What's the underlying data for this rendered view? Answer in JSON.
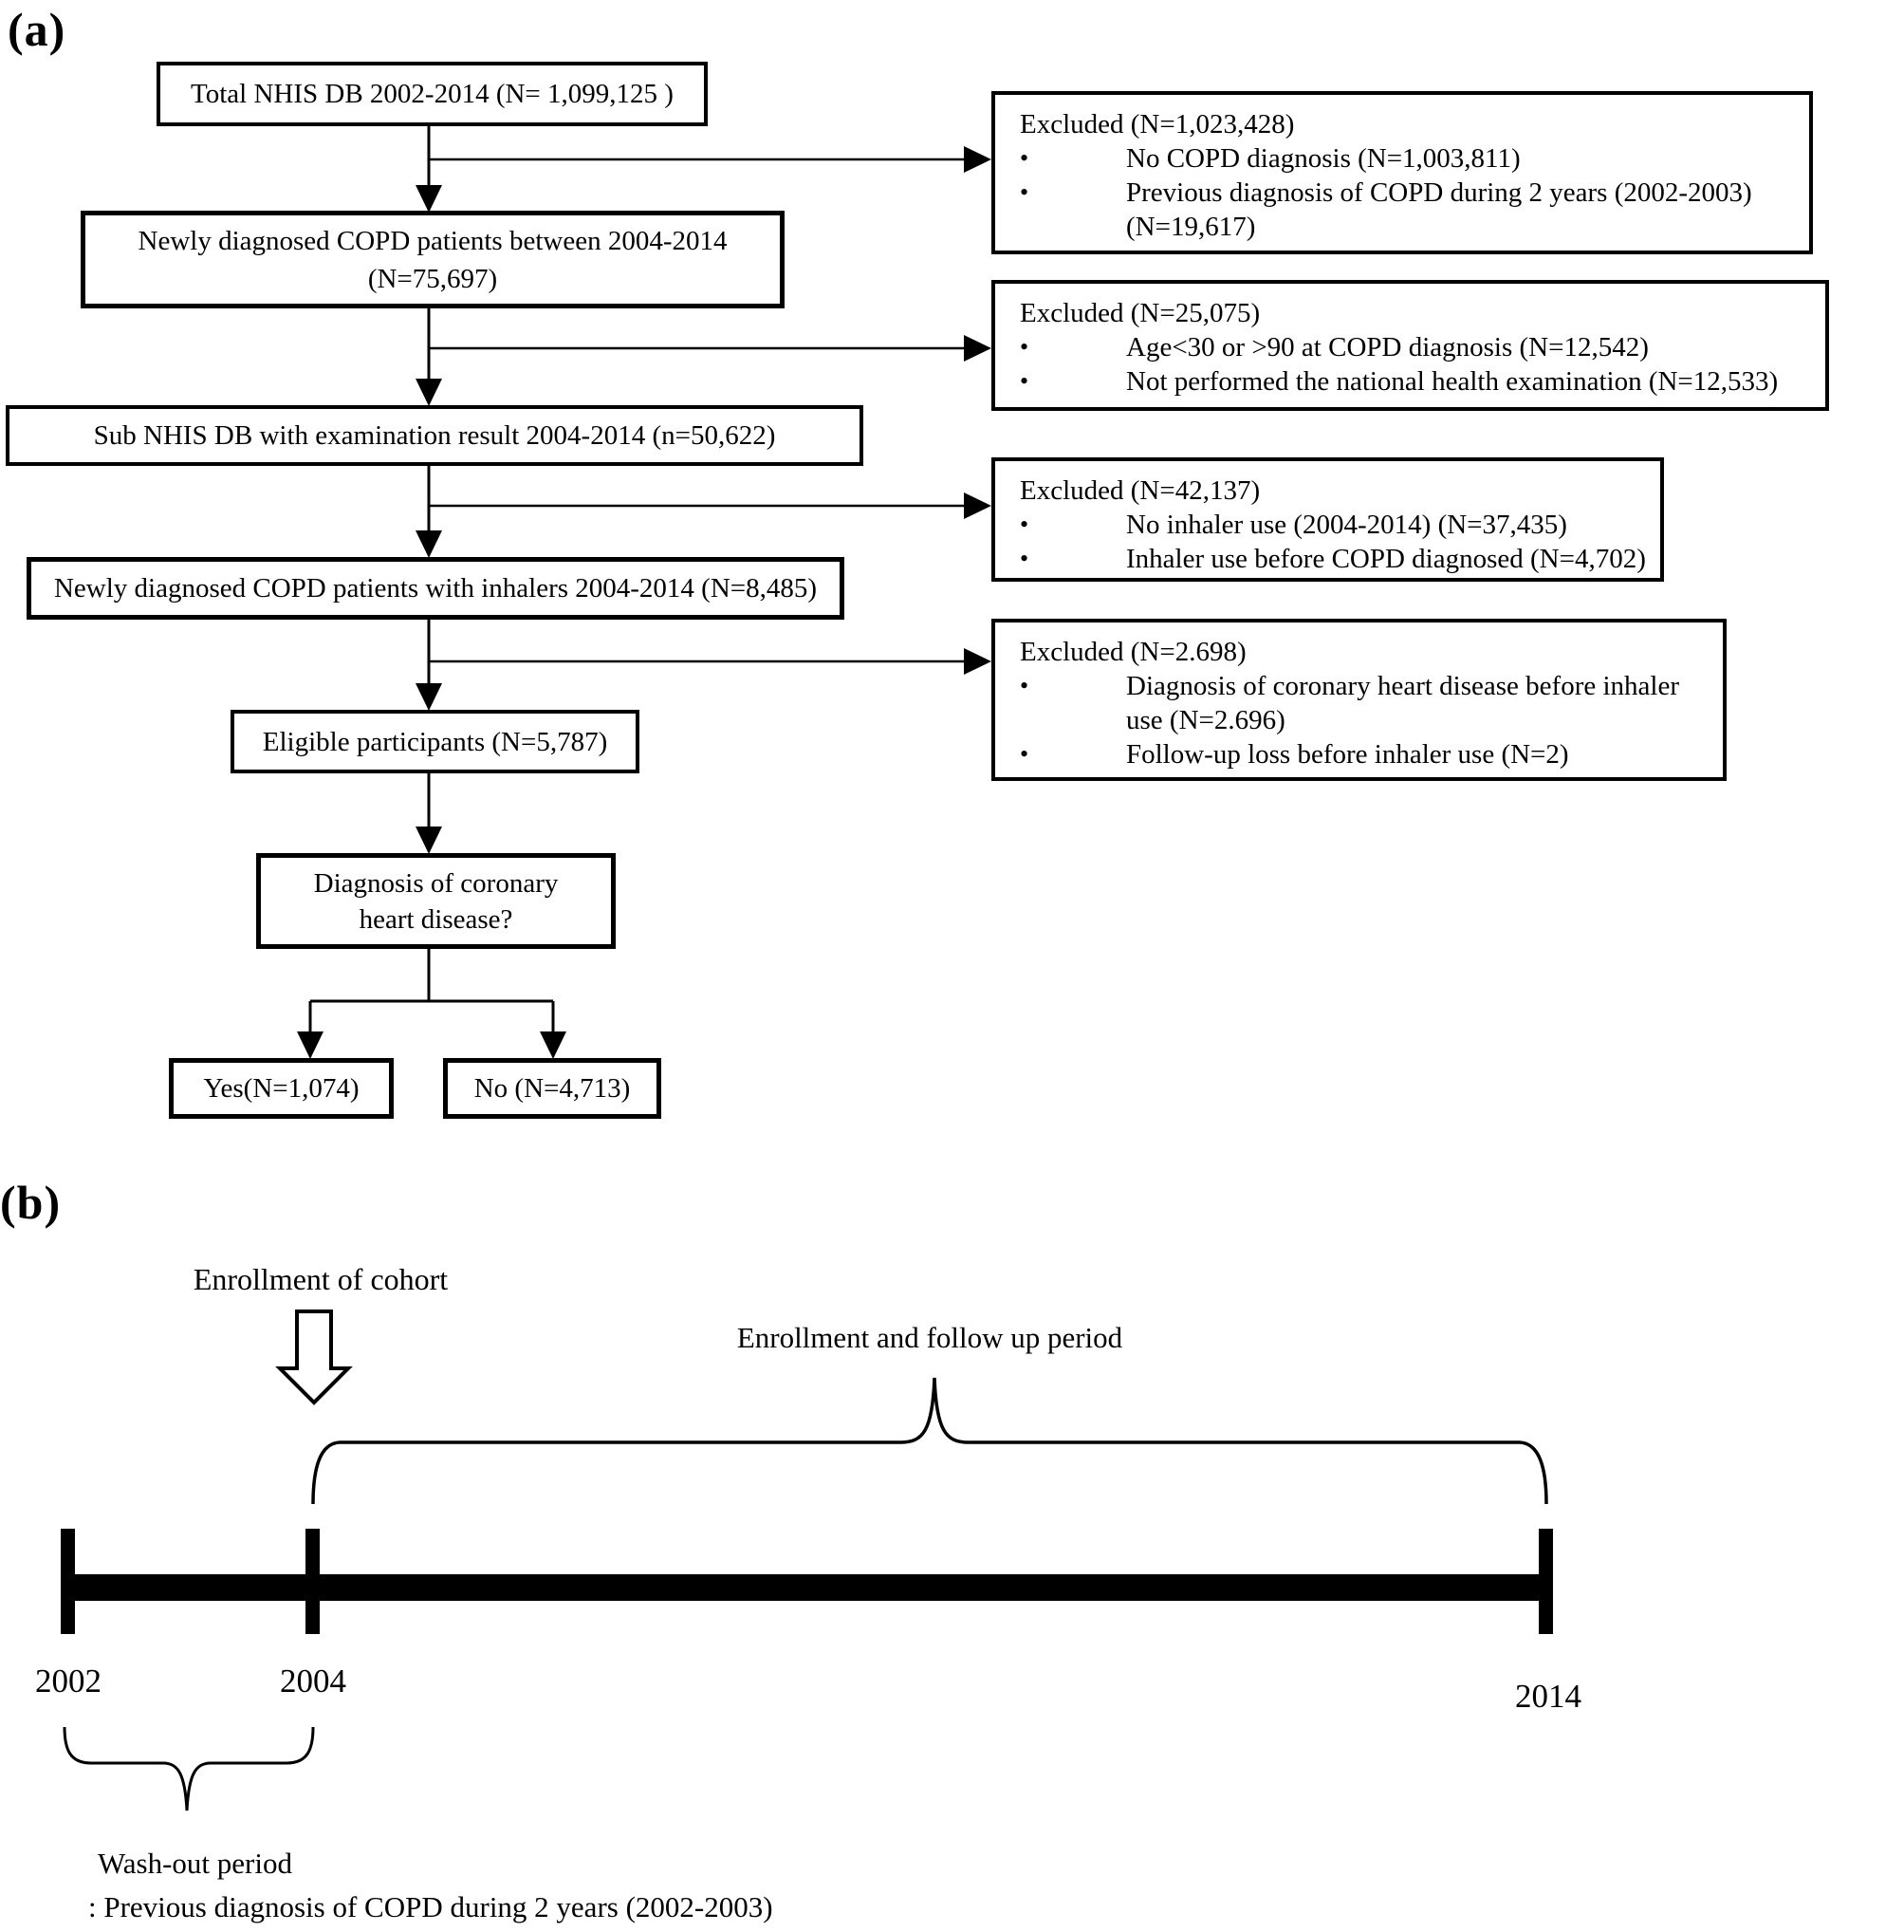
{
  "figure": {
    "bullet_char": "•",
    "panel_a": {
      "label": "(a)",
      "flow": {
        "total": "Total NHIS DB 2002-2014 (N= 1,099,125 )",
        "newly_line1": "Newly diagnosed COPD patients between 2004-2014",
        "newly_line2": "(N=75,697)",
        "sub_nhis": "Sub NHIS DB with examination result 2004-2014 (n=50,622)",
        "inhalers": "Newly diagnosed COPD patients with inhalers 2004-2014 (N=8,485)",
        "eligible": "Eligible participants (N=5,787)",
        "decision_line1": "Diagnosis of coronary",
        "decision_line2": "heart disease?",
        "yes": "Yes(N=1,074)",
        "no": "No (N=4,713)"
      },
      "excluded": [
        {
          "title": "Excluded (N=1,023,428)",
          "items": [
            "No COPD diagnosis (N=1,003,811)",
            "Previous diagnosis of COPD during 2 years (2002-2003) (N=19,617)"
          ]
        },
        {
          "title": "Excluded (N=25,075)",
          "items": [
            "Age<30 or >90 at COPD diagnosis (N=12,542)",
            "Not performed the national health examination (N=12,533)"
          ]
        },
        {
          "title": "Excluded (N=42,137)",
          "items": [
            "No inhaler use (2004-2014) (N=37,435)",
            "Inhaler use before COPD diagnosed (N=4,702)"
          ]
        },
        {
          "title": "Excluded (N=2.698)",
          "items": [
            "Diagnosis of coronary heart disease before inhaler use (N=2.696)",
            "Follow-up loss before inhaler use (N=2)"
          ]
        }
      ]
    },
    "panel_b": {
      "label": "(b)",
      "enrollment_cohort": "Enrollment of cohort",
      "enrollment_followup": "Enrollment and follow up period",
      "years": {
        "start": "2002",
        "enroll": "2004",
        "end": "2014"
      },
      "washout_title": "Wash-out period",
      "washout_desc": ": Previous diagnosis of COPD during 2 years (2002-2003)"
    }
  }
}
